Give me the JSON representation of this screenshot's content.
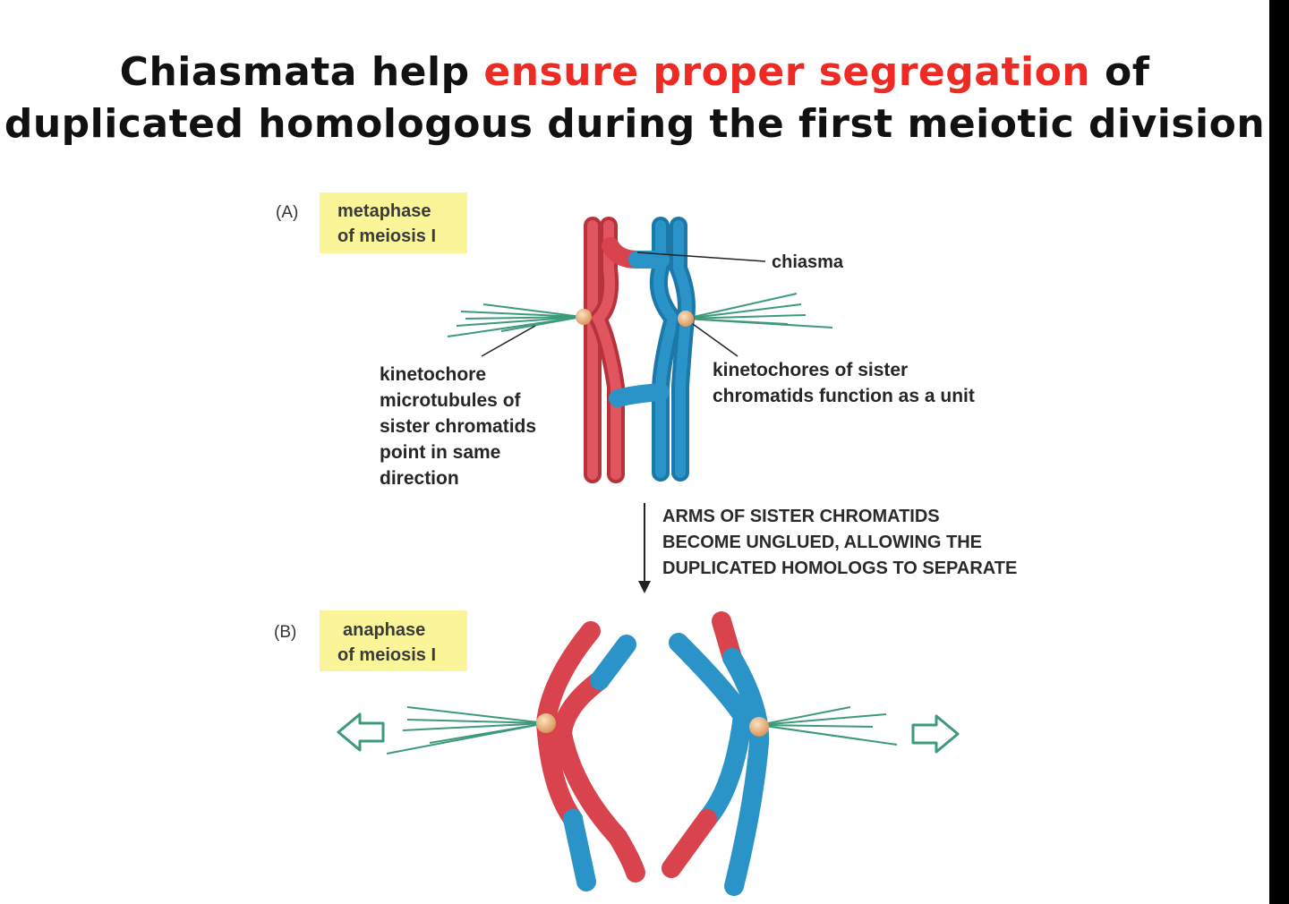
{
  "title": {
    "part1": "Chiasmata help ",
    "highlight": "ensure proper segregation",
    "part2": " of",
    "line2": "duplicated homologous during the first meiotic division"
  },
  "colors": {
    "highlight": "#ee2a24",
    "maternal_red": "#d9434d",
    "paternal_blue": "#2a93c8",
    "spindle_green": "#3d9a7a",
    "kinetochore_orange": "#e8b27a",
    "label_box_yellow": "#fbf59a"
  },
  "panel_a": {
    "letter": "(A)",
    "stage_line1": "metaphase",
    "stage_line2": "of meiosis I",
    "chiasma_label": "chiasma",
    "left_label": [
      "kinetochore",
      "microtubules of",
      "sister chromatids",
      "point in same",
      "direction"
    ],
    "right_label": [
      "kinetochores of sister",
      "chromatids function as a unit"
    ]
  },
  "transition": {
    "lines": [
      "ARMS OF SISTER CHROMATIDS",
      "BECOME UNGLUED, ALLOWING THE",
      "DUPLICATED HOMOLOGS TO SEPARATE"
    ]
  },
  "panel_b": {
    "letter": "(B)",
    "stage_line1": "anaphase",
    "stage_line2": "of meiosis I"
  },
  "icons": {
    "left_arrow": "hollow-arrow-left-icon",
    "right_arrow": "hollow-arrow-right-icon",
    "down_arrow": "arrow-down-icon"
  }
}
